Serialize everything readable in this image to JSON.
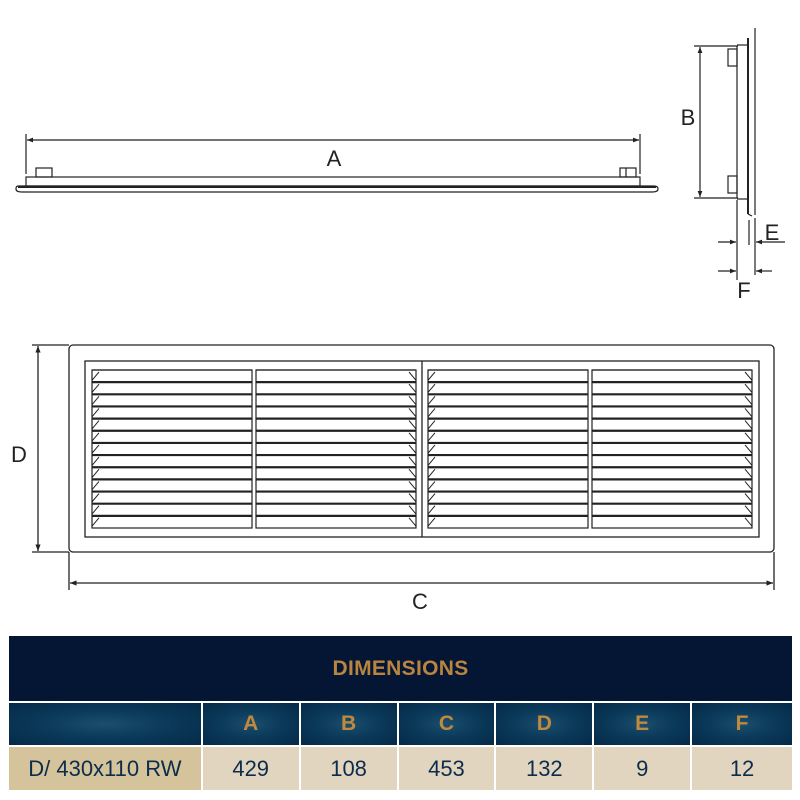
{
  "drawing": {
    "top_view": {
      "dimension_label": "A"
    },
    "side_view": {
      "dimension_labels": [
        "B",
        "E",
        "F"
      ]
    },
    "front_view": {
      "dimension_labels": [
        "D",
        "C"
      ],
      "louver_rows_per_panel": 13,
      "panels": 4
    }
  },
  "table": {
    "title": "DIMENSIONS",
    "colors": {
      "title_bg": "#041633",
      "title_text": "#b9843f",
      "header_bg": "#0b3a5a",
      "row_label_bg": "#d4c39b",
      "row_bg": "#e1d5bf",
      "row_text": "#0d2c4c"
    },
    "columns": [
      "",
      "A",
      "B",
      "C",
      "D",
      "E",
      "F"
    ],
    "rows": [
      {
        "model": "D/ 430x110 RW",
        "values": [
          "429",
          "108",
          "453",
          "132",
          "9",
          "12"
        ]
      }
    ]
  }
}
